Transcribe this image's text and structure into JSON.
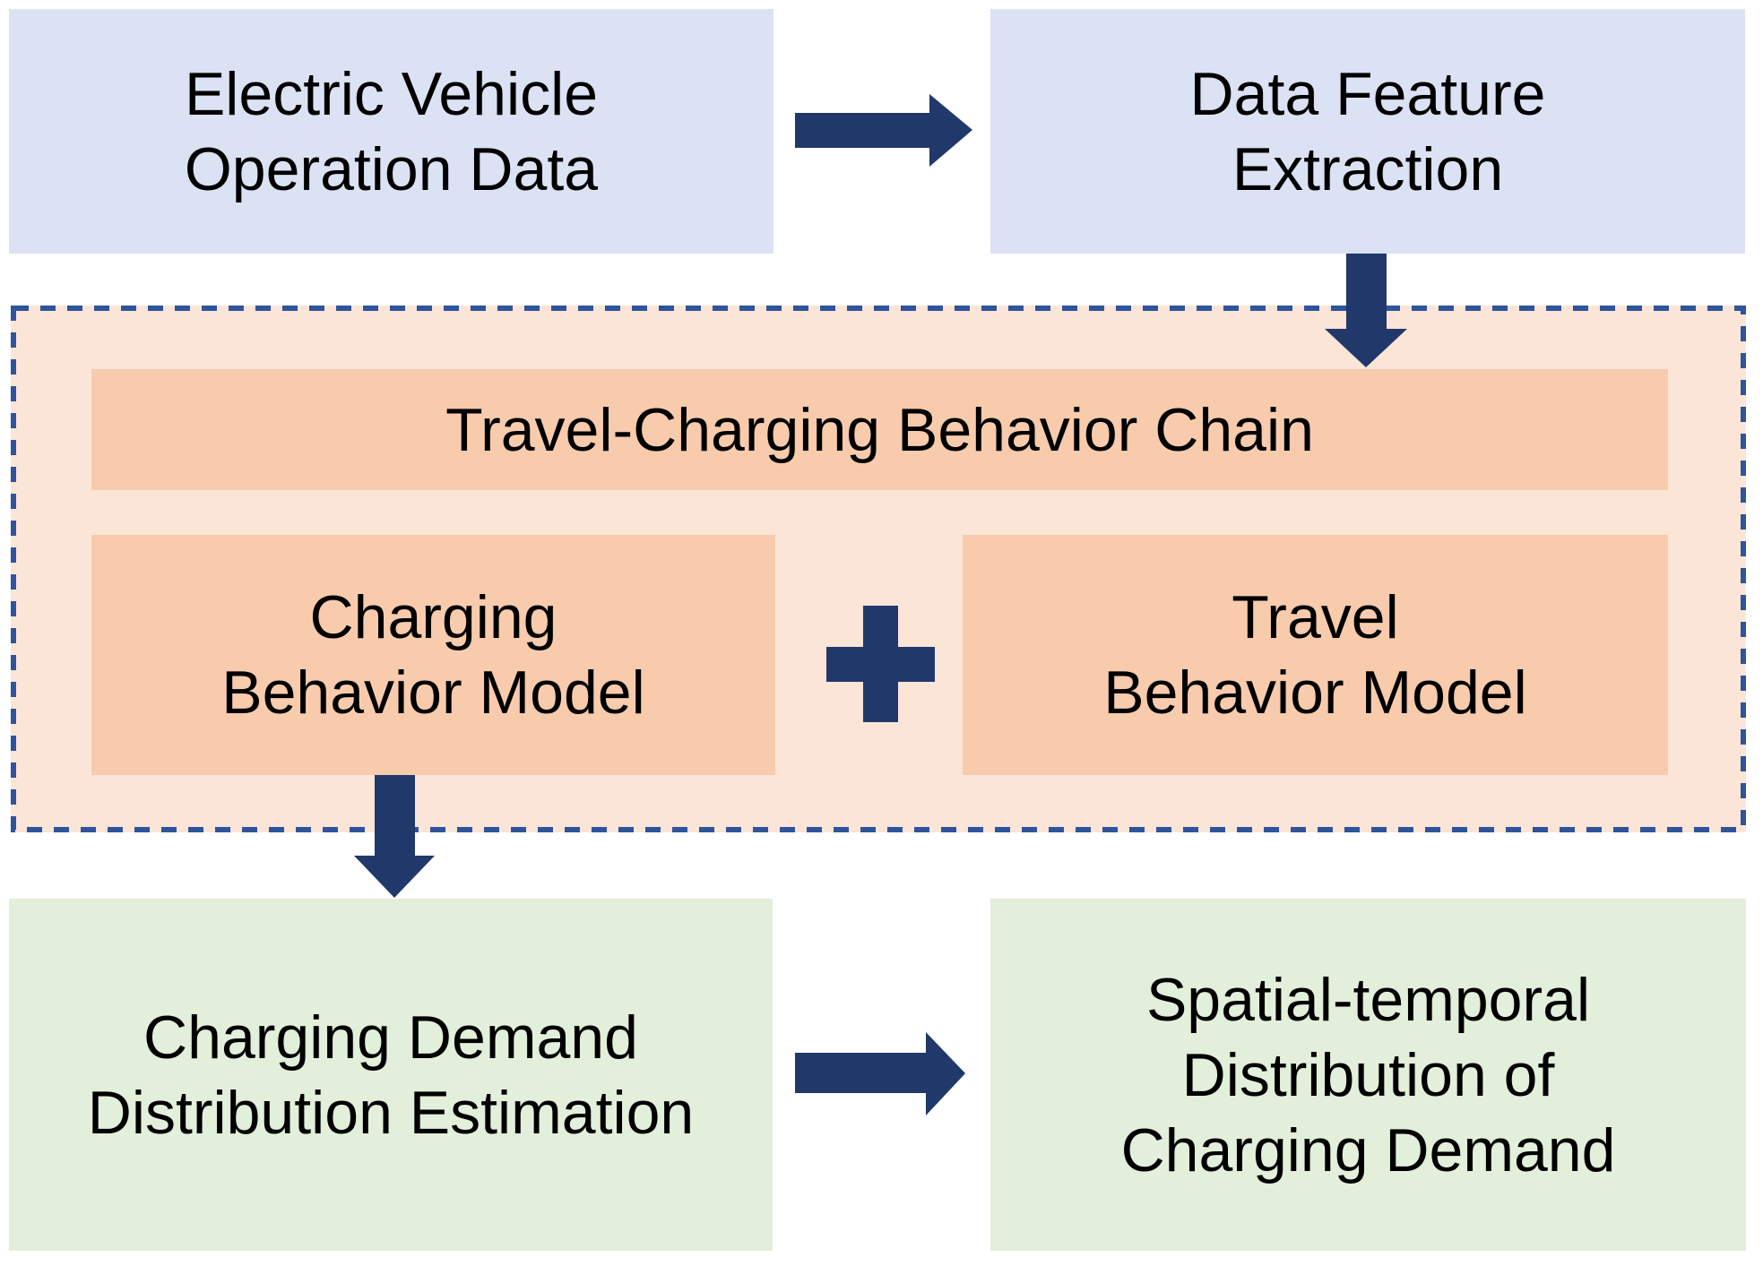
{
  "diagram": {
    "description": "Flowchart of spatial-temporal charging demand estimation from electric vehicle operation data",
    "nodes": {
      "evOperationData": {
        "label": "Electric Vehicle\nOperation Data"
      },
      "dataFeatureExtraction": {
        "label": "Data Feature\nExtraction"
      },
      "travelChargingChain": {
        "label": "Travel-Charging Behavior Chain"
      },
      "chargingBehaviorModel": {
        "label": "Charging\nBehavior Model"
      },
      "travelBehaviorModel": {
        "label": "Travel\nBehavior Model"
      },
      "chargingDemandEstimation": {
        "label": "Charging Demand\nDistribution Estimation"
      },
      "spatialTemporalDistribution": {
        "label": "Spatial-temporal\nDistribution of\nCharging Demand"
      }
    },
    "connectors": [
      {
        "from": "evOperationData",
        "to": "dataFeatureExtraction",
        "type": "arrow-right"
      },
      {
        "from": "dataFeatureExtraction",
        "to": "travelChargingChain",
        "type": "arrow-down"
      },
      {
        "from": "chargingBehaviorModel",
        "to": "chargingDemandEstimation",
        "type": "arrow-down"
      },
      {
        "from": "chargingDemandEstimation",
        "to": "spatialTemporalDistribution",
        "type": "arrow-right"
      },
      {
        "between": [
          "chargingBehaviorModel",
          "travelBehaviorModel"
        ],
        "type": "plus-operator"
      }
    ],
    "colors": {
      "topBoxFill": "#DAE2F3",
      "groupFill": "#FBE5D6",
      "innerBoxFill": "#F7CBAC",
      "bottomBoxFill": "#E2EFDA",
      "arrow": "#21386B",
      "dashedBorder": "#2F549B",
      "text": "#000000",
      "background": "#FFFFFF"
    }
  }
}
